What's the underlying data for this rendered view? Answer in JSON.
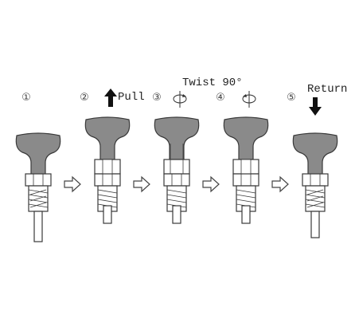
{
  "steps": [
    {
      "number": "①"
    },
    {
      "number": "②",
      "action": "Pull"
    },
    {
      "number": "③"
    },
    {
      "number": "④"
    },
    {
      "number": "⑤",
      "action": "Return"
    }
  ],
  "shared_label": "Twist 90°",
  "icons": {
    "step_arrow": "outline-right-arrow-icon",
    "pull": "up-arrow-icon",
    "return": "down-arrow-icon",
    "rotation": "rotation-ellipse-icon"
  },
  "colors": {
    "knob_fill": "#8a8a8a",
    "line": "#3a3a3a",
    "label": "#222222",
    "number": "#444444"
  }
}
